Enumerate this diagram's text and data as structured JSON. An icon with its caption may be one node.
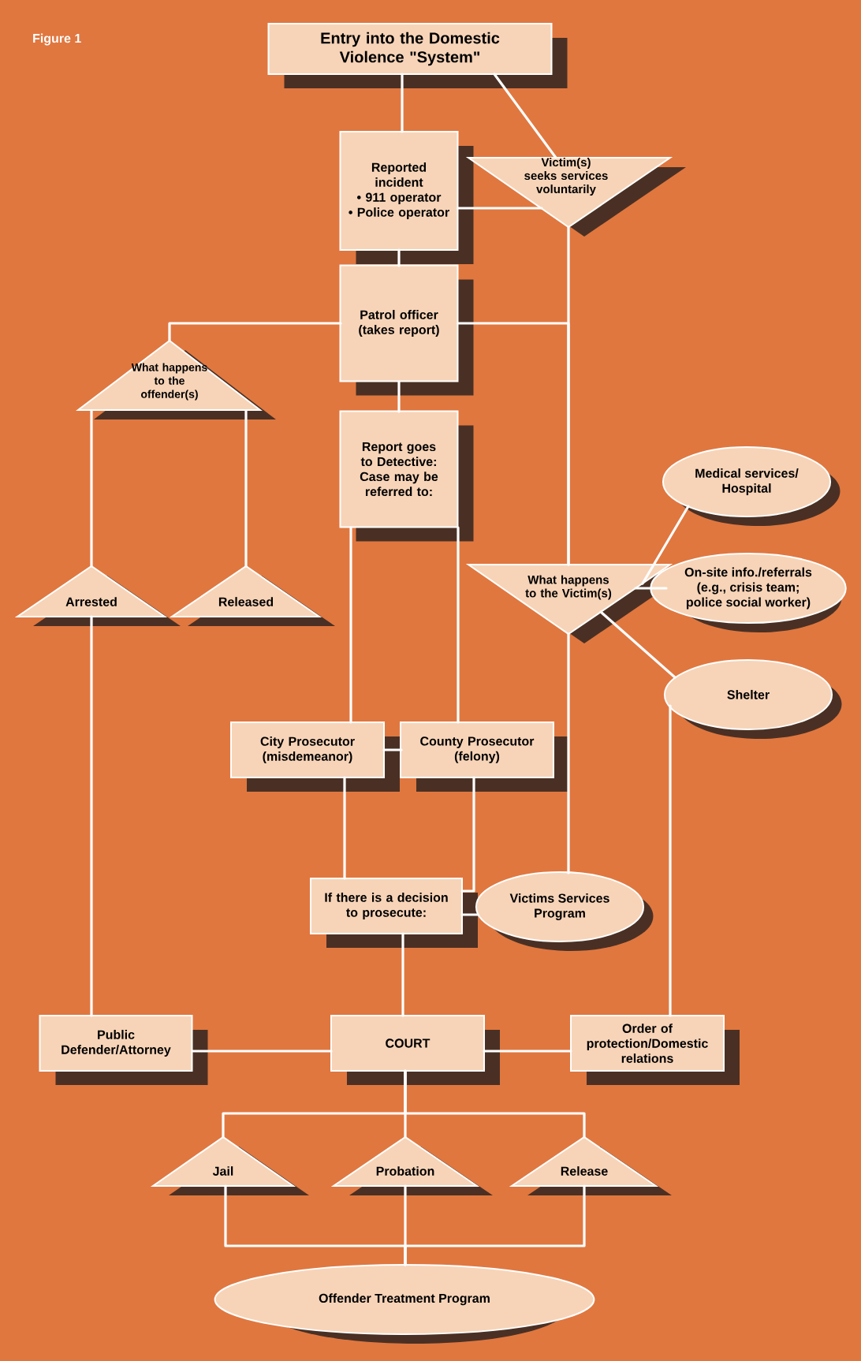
{
  "diagram": {
    "nodes": [
      {
        "text": [
          "Entry into the Domestic Violence \"System\""
        ]
      },
      {
        "text": [
          "Reported incident",
          "• 911 operator",
          "• Police operator"
        ]
      },
      {
        "text": [
          "Victim(s) seeks services voluntarily"
        ]
      },
      {
        "text": [
          "Patrol officer (takes report)"
        ]
      },
      {
        "text": [
          "What happens to the offender(s)"
        ]
      },
      {
        "text": [
          "Report goes to Detective: Case may be referred to:"
        ]
      },
      {
        "text": [
          "Medical services/ Hospital"
        ]
      },
      {
        "text": [
          "What happens to the Victim(s)"
        ]
      },
      {
        "text": [
          "On-site info./referrals (e.g., crisis team; police social worker)"
        ]
      },
      {
        "text": [
          "Arrested"
        ]
      },
      {
        "text": [
          "Released"
        ]
      },
      {
        "text": [
          "Shelter"
        ]
      },
      {
        "text": [
          "City Prosecutor (misdemeanor)"
        ]
      },
      {
        "text": [
          "County Prosecutor (felony)"
        ]
      },
      {
        "text": [
          "If there is a decision to prosecute:"
        ]
      },
      {
        "text": [
          "Victims Services Program"
        ]
      },
      {
        "text": [
          "Public Defender/Attorney"
        ]
      },
      {
        "text": [
          "COURT"
        ]
      },
      {
        "text": [
          "Order of protection/Domestic relations"
        ]
      },
      {
        "text": [
          "Jail"
        ]
      },
      {
        "text": [
          "Probation"
        ]
      },
      {
        "text": [
          "Release"
        ]
      },
      {
        "text": [
          "Offender Treatment Program"
        ]
      }
    ],
    "edges": [
      {
        "from": 0,
        "to": 1,
        "arrow": "none"
      },
      {
        "from": 0,
        "to": 2,
        "arrow": "none"
      },
      {
        "from": 1,
        "to": 2,
        "arrow": "none"
      },
      {
        "from": 1,
        "to": 3,
        "arrow": "none"
      },
      {
        "from": 2,
        "to": 7,
        "arrow": "none"
      },
      {
        "from": 3,
        "to": 7,
        "arrow": "none"
      },
      {
        "from": 3,
        "to": 4,
        "arrow": "none"
      },
      {
        "from": 3,
        "to": 5,
        "arrow": "none"
      },
      {
        "from": 4,
        "to": 9,
        "arrow": "none"
      },
      {
        "from": 4,
        "to": 10,
        "arrow": "none"
      },
      {
        "from": 5,
        "to": 12,
        "arrow": "none"
      },
      {
        "from": 5,
        "to": 13,
        "arrow": "none"
      },
      {
        "from": 12,
        "to": 13,
        "arrow": "none"
      },
      {
        "from": 7,
        "to": 6,
        "arrow": "none"
      },
      {
        "from": 7,
        "to": 8,
        "arrow": "none"
      },
      {
        "from": 7,
        "to": 11,
        "arrow": "none"
      },
      {
        "from": 7,
        "to": 15,
        "arrow": "none"
      },
      {
        "from": 12,
        "to": 14,
        "arrow": "none"
      },
      {
        "from": 13,
        "to": 14,
        "arrow": "none"
      },
      {
        "from": 14,
        "to": 15,
        "arrow": "none"
      },
      {
        "from": 9,
        "to": 16,
        "arrow": "none"
      },
      {
        "from": 14,
        "to": 17,
        "arrow": "none"
      },
      {
        "from": 16,
        "to": 17,
        "arrow": "none"
      },
      {
        "from": 17,
        "to": 18,
        "arrow": "none"
      },
      {
        "from": 11,
        "to": 18,
        "arrow": "none"
      },
      {
        "from": 17,
        "to": 19,
        "arrow": "none"
      },
      {
        "from": 17,
        "to": 20,
        "arrow": "none"
      },
      {
        "from": 17,
        "to": 21,
        "arrow": "none"
      },
      {
        "from": 19,
        "to": 22,
        "arrow": "none"
      },
      {
        "from": 20,
        "to": 22,
        "arrow": "none"
      },
      {
        "from": 21,
        "to": 22,
        "arrow": "none"
      }
    ],
    "labels": [
      "Figure 1"
    ]
  }
}
